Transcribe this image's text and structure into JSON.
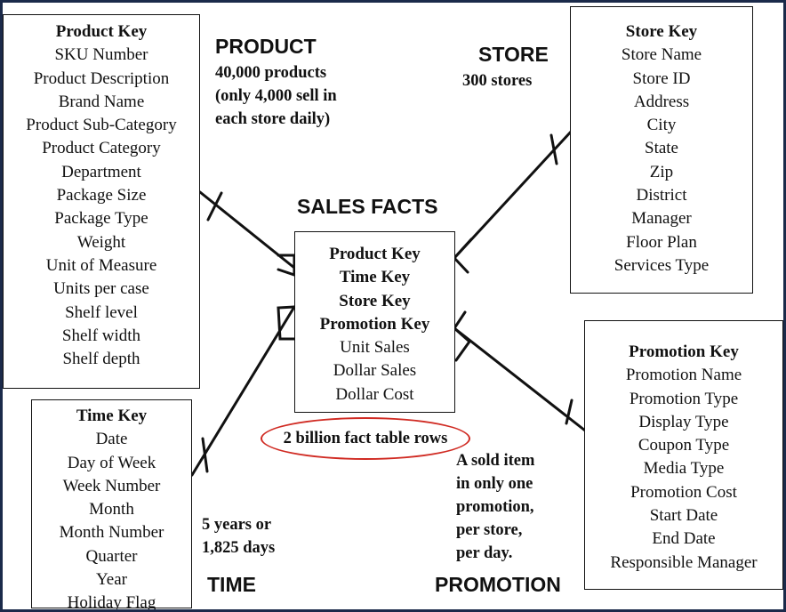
{
  "product": {
    "heading": "PRODUCT",
    "note": [
      "40,000 products",
      "(only 4,000 sell in",
      "each store daily)"
    ],
    "key": "Product Key",
    "fields": [
      "SKU Number",
      "Product Description",
      "Brand Name",
      "Product Sub-Category",
      "Product Category",
      "Department",
      "Package Size",
      "Package Type",
      "Weight",
      "Unit of Measure",
      "Units per case",
      "Shelf  level",
      "Shelf width",
      "Shelf depth"
    ]
  },
  "store": {
    "heading": "STORE",
    "note": [
      "300 stores"
    ],
    "key": "Store Key",
    "fields": [
      "Store Name",
      "Store ID",
      "Address",
      "City",
      "State",
      "Zip",
      "District",
      "Manager",
      "Floor Plan",
      "Services Type"
    ]
  },
  "sales_facts": {
    "heading": "SALES FACTS",
    "keys": [
      "Product Key",
      "Time Key",
      "Store Key",
      "Promotion Key"
    ],
    "measures": [
      "Unit Sales",
      "Dollar Sales",
      "Dollar Cost"
    ],
    "callout": "2 billion fact table rows"
  },
  "time": {
    "heading": "TIME",
    "note": [
      "5 years or",
      "1,825 days"
    ],
    "key": "Time Key",
    "fields": [
      "Date",
      "Day of Week",
      "Week Number",
      "Month",
      "Month Number",
      "Quarter",
      "Year",
      "Holiday Flag"
    ]
  },
  "promotion": {
    "heading": "PROMOTION",
    "note": [
      "A sold item",
      "in only one",
      "promotion,",
      "per store,",
      "per day."
    ],
    "key": "Promotion Key",
    "fields": [
      "Promotion Name",
      "Promotion Type",
      "Display Type",
      "Coupon Type",
      "Media Type",
      "Promotion Cost",
      "Start Date",
      "End Date",
      "Responsible Manager"
    ]
  },
  "colors": {
    "background": "#1b2a4a",
    "panel": "#ffffff",
    "ink": "#111111",
    "highlight": "#d02a22"
  }
}
